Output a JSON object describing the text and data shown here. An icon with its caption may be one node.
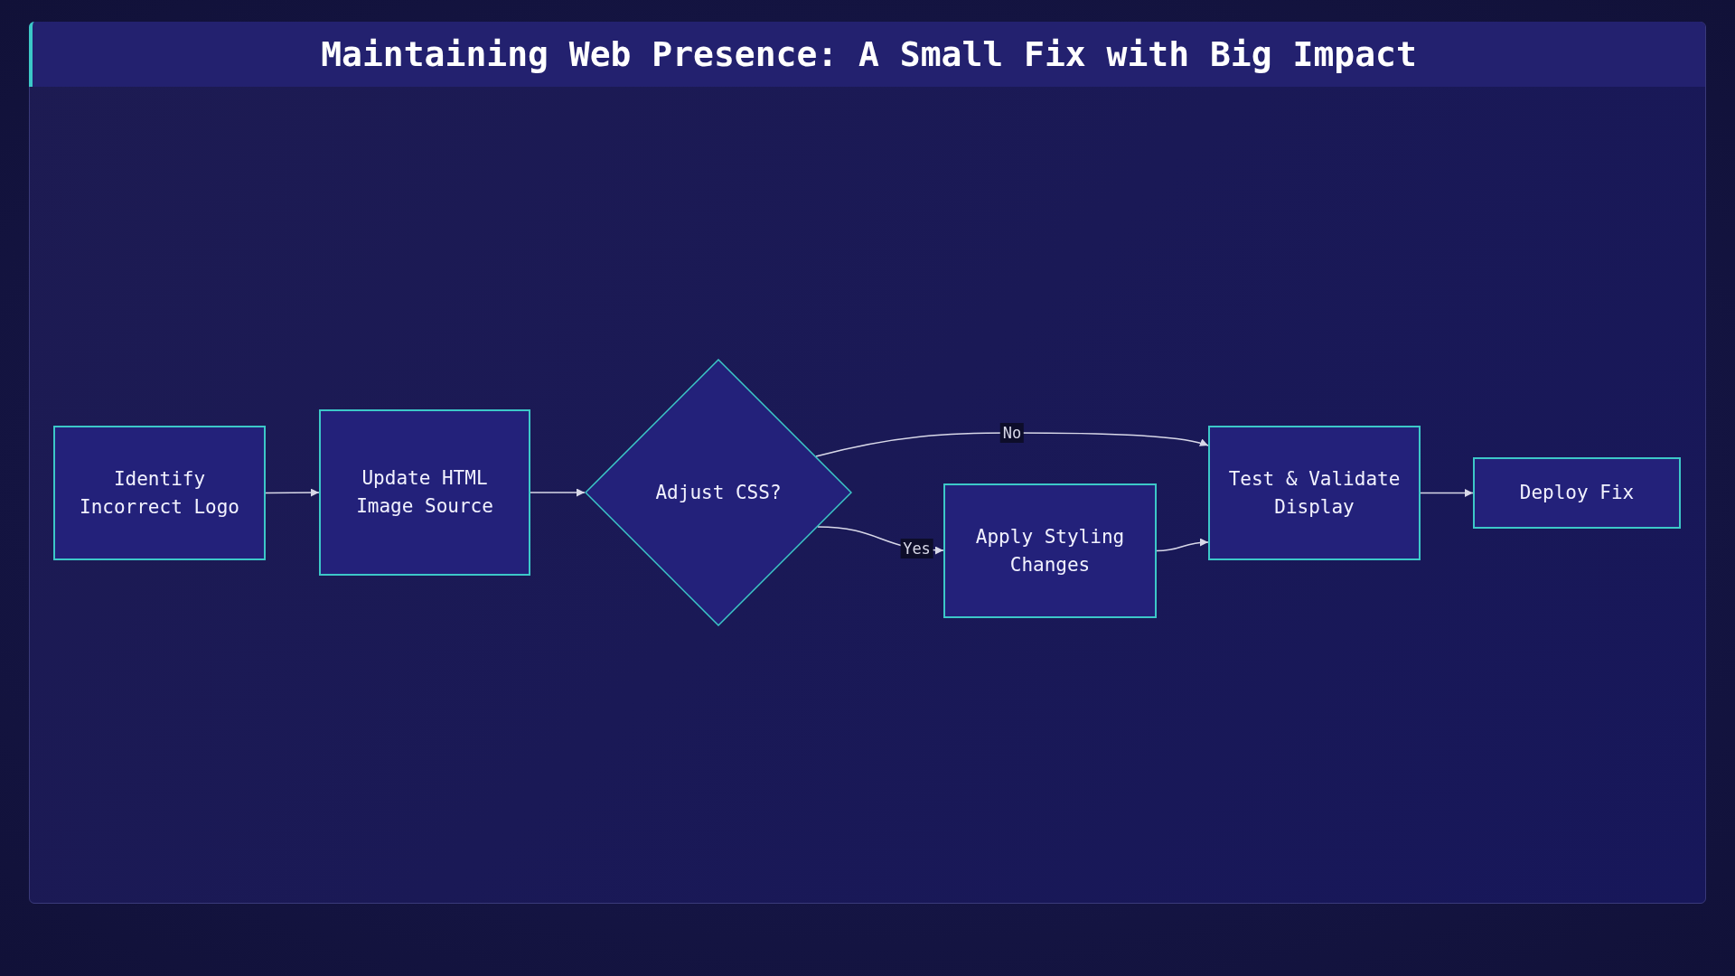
{
  "diagram": {
    "title": "Maintaining Web Presence: A Small Fix with Big Impact",
    "nodes": [
      {
        "text": [
          "Identify Incorrect Logo"
        ]
      },
      {
        "text": [
          "Update HTML Image Source"
        ]
      },
      {
        "text": [
          "Adjust CSS?"
        ]
      },
      {
        "text": [
          "Apply Styling Changes"
        ]
      },
      {
        "text": [
          "Test & Validate Display"
        ]
      },
      {
        "text": [
          "Deploy Fix"
        ]
      }
    ],
    "edges": [
      {
        "from": 0,
        "to": 1,
        "arrow": "to"
      },
      {
        "from": 1,
        "to": 2,
        "arrow": "to"
      },
      {
        "from": 2,
        "to": 4,
        "arrow": "to",
        "label": "No"
      },
      {
        "from": 2,
        "to": 3,
        "arrow": "to",
        "label": "Yes"
      },
      {
        "from": 3,
        "to": 4,
        "arrow": "to"
      },
      {
        "from": 4,
        "to": 5,
        "arrow": "to"
      }
    ]
  }
}
